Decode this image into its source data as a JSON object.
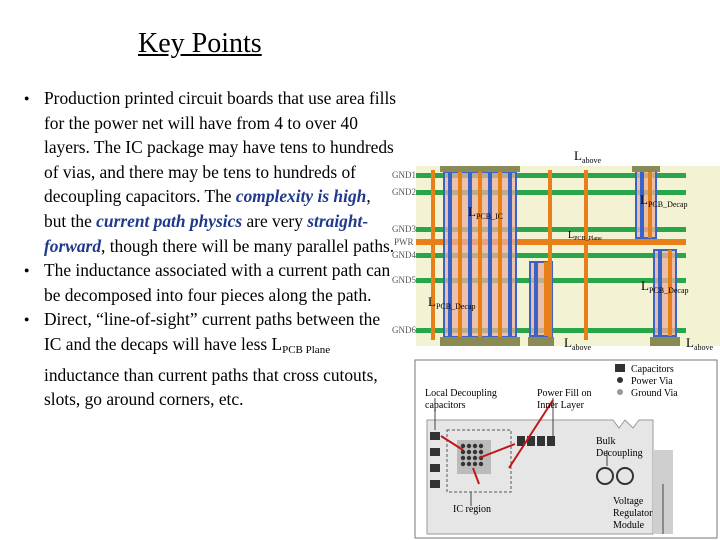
{
  "slide": {
    "title": "Key Points",
    "bullet1": {
      "p1": "Production printed circuit boards that use area fills for the power net will have from 4 to over 40 layers.  The IC package may have tens to hundreds of vias, and there may be tens to hundreds of decoupling capacitors.  The ",
      "em1": "complexity is high",
      "p2": ", but the ",
      "em2": "current path physics",
      "p3": " are very ",
      "em3": "straight-forward",
      "p4": ", though there will be many parallel paths."
    },
    "bullet2": "The inductance associated with a current path can be decomposed into four pieces along the path.",
    "bullet3": {
      "p1": "Direct, “line-of-sight” current paths between the IC and the decaps will have less L",
      "sub": "PCB Plane",
      "p2": " inductance than current paths that cross cutouts, slots, go around corners, etc."
    }
  },
  "stack_figure": {
    "layers": [
      "GND1",
      "GND2",
      "GND3",
      "PWR",
      "GND4",
      "GND5",
      "GND6"
    ],
    "l_above_top": {
      "main": "L",
      "sub": "above"
    },
    "l_above_bottom_left": {
      "main": "L",
      "sub": "above"
    },
    "l_above_bottom_right": {
      "main": "L",
      "sub": "above"
    },
    "l_pcb_ic": {
      "main": "L",
      "sub": "PCB_IC"
    },
    "l_pcb_decap_right": {
      "main": "L",
      "sub": "PCB_Decap"
    },
    "l_pcb_decap_left": {
      "main": "L",
      "sub": "PCB_Decap"
    },
    "l_pcb_decap_lower_right": {
      "main": "L",
      "sub": "PCB_Decap"
    },
    "l_pcb_plane": {
      "main": "L",
      "sub": "PCB_Plane"
    }
  },
  "layout_figure": {
    "legend": [
      "Capacitors",
      "Power Via",
      "Ground Via"
    ],
    "local_decoupling": [
      "Local Decoupling",
      "capacitors"
    ],
    "power_fill": [
      "Power Fill on",
      "Inner Layer"
    ],
    "bulk_decoupling": [
      "Bulk",
      "Decoupling"
    ],
    "ic_region": "IC region",
    "vrm": [
      "Voltage",
      "Regulator",
      "Module"
    ]
  }
}
